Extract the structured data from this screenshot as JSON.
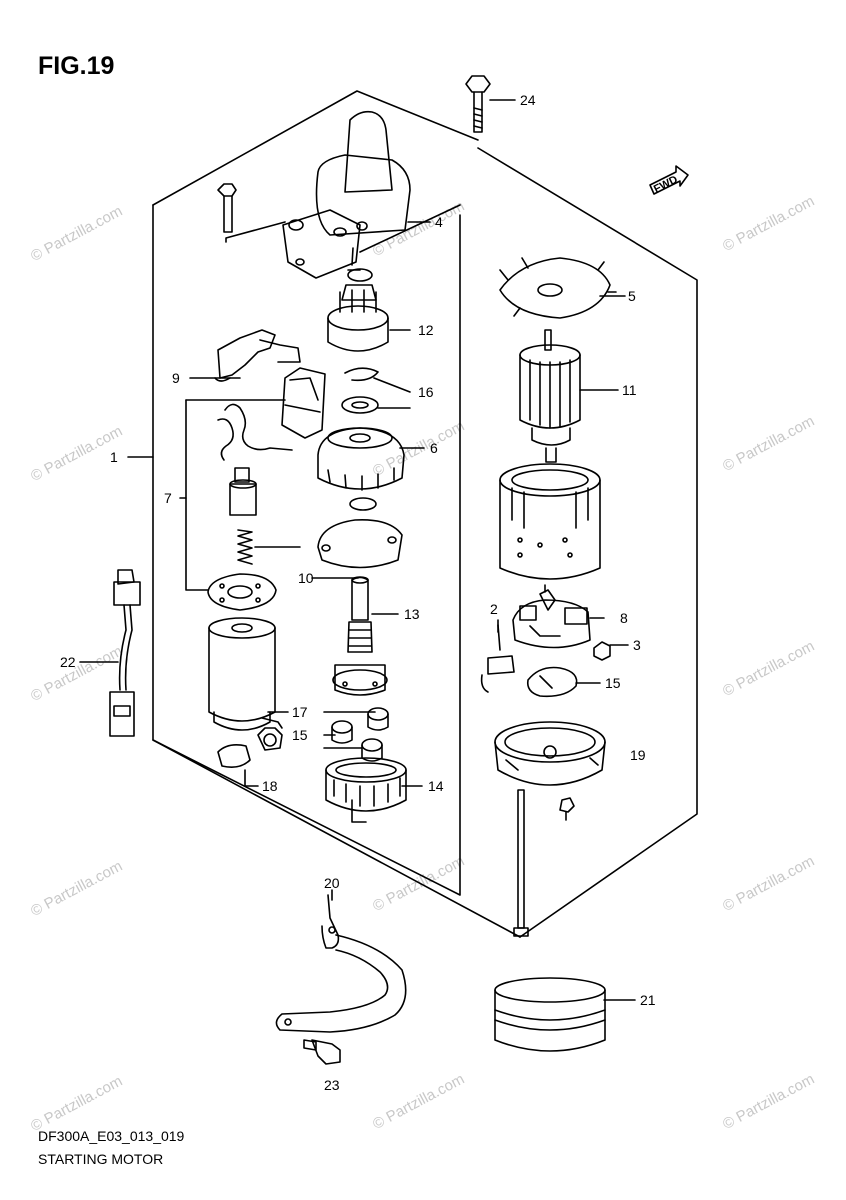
{
  "figure": {
    "title": "FIG.19"
  },
  "footer": {
    "code": "DF300A_E03_013_019",
    "name": "STARTING MOTOR"
  },
  "watermark": {
    "text": "© Partzilla.com"
  },
  "direction_label": "FWD",
  "callouts": [
    "24",
    "4",
    "5",
    "12",
    "9",
    "16",
    "11",
    "1",
    "6",
    "7",
    "10",
    "13",
    "2",
    "8",
    "3",
    "22",
    "15",
    "17",
    "15",
    "19",
    "18",
    "14",
    "20",
    "21",
    "23"
  ]
}
